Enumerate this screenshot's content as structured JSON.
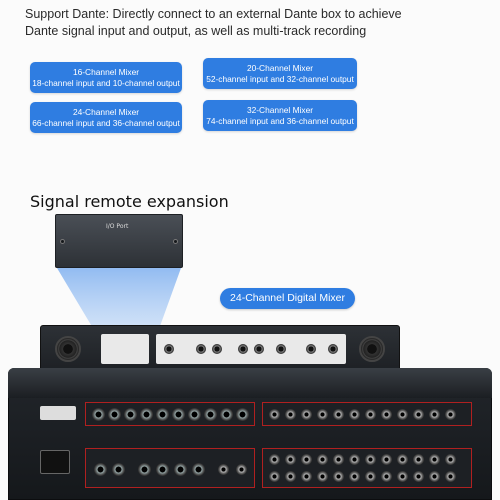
{
  "intro": {
    "line1": "Support Dante: Directly connect to an external Dante box to achieve",
    "line2": "Dante signal input and output, as well as multi-track recording"
  },
  "models": [
    {
      "title": "16-Channel Mixer",
      "detail": "18-channel input and 10-channel output"
    },
    {
      "title": "20-Channel Mixer",
      "detail": "52-channel input and 32-channel output"
    },
    {
      "title": "24-Channel Mixer",
      "detail": "66-channel input and 36-channel output"
    },
    {
      "title": "32-Channel Mixer",
      "detail": "74-channel input and 36-channel output"
    }
  ],
  "section_title": "Signal remote expansion",
  "card_label": "I/O Port",
  "product_label": "24-Channel Digital Mixer",
  "colors": {
    "accent": "#2f7de1",
    "panel": "#1d2024",
    "strip_border": "#b02020"
  }
}
